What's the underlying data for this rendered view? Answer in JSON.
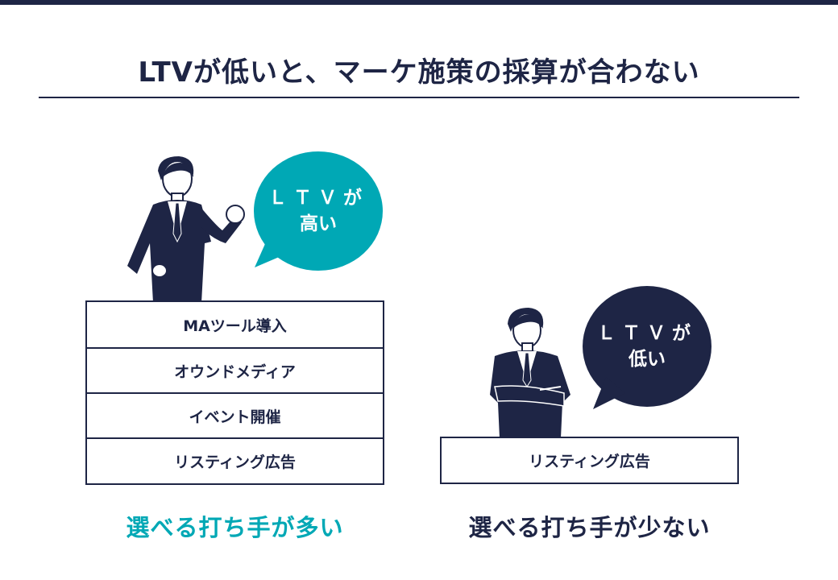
{
  "title": "LTVが低いと、マーケ施策の採算が合わない",
  "colors": {
    "navy": "#1e2545",
    "teal": "#00a8b5",
    "white": "#ffffff"
  },
  "left": {
    "bubble": {
      "line1": "ＬＴＶが",
      "line2": "高い"
    },
    "tactics": [
      "MAツール導入",
      "オウンドメディア",
      "イベント開催",
      "リスティング広告"
    ],
    "caption": "選べる打ち手が多い",
    "person_icon": "businessman-fist-pump-icon"
  },
  "right": {
    "bubble": {
      "line1": "ＬＴＶが",
      "line2": "低い"
    },
    "tactics": [
      "リスティング広告"
    ],
    "caption": "選べる打ち手が少ない",
    "person_icon": "businessman-arms-crossed-icon"
  }
}
